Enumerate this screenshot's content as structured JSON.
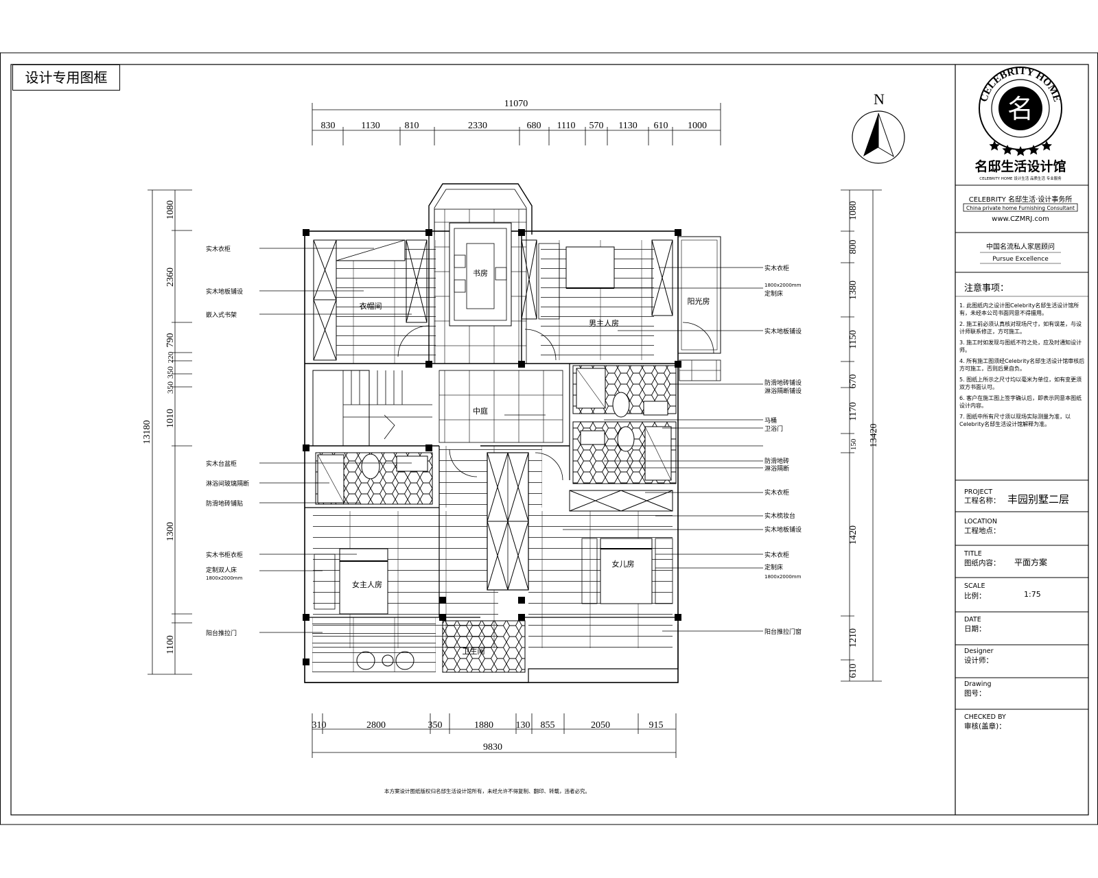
{
  "frame_label": "设计专用图框",
  "north_label": "N",
  "dims": {
    "top_total": "11070",
    "top": [
      "830",
      "1130",
      "810",
      "2330",
      "680",
      "1110",
      "570",
      "1130",
      "610",
      "1000"
    ],
    "bottom_total": "9830",
    "bottom": [
      "310",
      "2800",
      "350",
      "1880",
      "130",
      "855",
      "2050",
      "915"
    ],
    "left_total": "13180",
    "left": [
      "1080",
      "2360",
      "790",
      "220",
      "350",
      "350",
      "1010",
      "1300",
      "1100"
    ],
    "right_total": "13420",
    "right": [
      "1080",
      "800",
      "1380",
      "1150",
      "670",
      "1170",
      "150",
      "1420",
      "1210",
      "610"
    ]
  },
  "rooms": {
    "study": "书房",
    "cloakroom": "衣帽间",
    "master_bedroom": "男主人房",
    "sun_room": "阳光房",
    "hall": "中庭",
    "girl_master_room": "女主人房",
    "girl_room": "女儿房",
    "bathroom": "卫生间"
  },
  "left_labels": [
    "实木衣柜",
    "实木地板铺设",
    "嵌入式书架",
    "实木台盆柜",
    "淋浴间玻璃隔断",
    "防滑地砖铺贴",
    "实木书柜衣柜",
    "定制双人床",
    "1800x2000mm",
    "阳台推拉门"
  ],
  "right_labels": [
    "实木衣柜",
    "1800x2000mm",
    "定制床",
    "实木地板铺设",
    "防滑地砖铺设",
    "淋浴隔断铺设",
    "马桶",
    "卫浴门",
    "实木衣柜",
    "实木梳妆台",
    "实木地板铺设",
    "实木衣柜",
    "定制床",
    "1800x2000mm",
    "阳台推拉门窗",
    "防滑地砖",
    "淋浴隔断"
  ],
  "footer_note": "本方案设计图纸版权归名邸生活设计馆所有，未经允许不得复制、翻印、转载，违者必究。",
  "title_block": {
    "brand_ring": "CELEBRITY HOME",
    "brand_char": "名",
    "brand_cn": "名邸生活设计馆",
    "brand_sub": "CELEBRITY HOME 设计生活 品质生活 专业服务",
    "celebrity_line": "CELEBRITY 名邸生活·设计事务所",
    "celebrity_sub": "China private home Furnishing Consultant",
    "website": "www.CZMRJ.com",
    "slogan_cn": "中国名流私人家居顾问",
    "slogan_en": "Pursue Excellence",
    "notes_title": "注意事项：",
    "notes": [
      "1. 此图纸内之设计图Celebrity名邸生活设计馆所有，未经本公司书面同意不得擅用。",
      "2. 施工前必须认真核对现场尺寸，如有误差，与设计师联系修正，方可施工。",
      "3. 施工时如发现与图纸不符之处，应及时通知设计师。",
      "4. 所有施工图须经Celebrity名邸生活设计馆审核后方可施工，否则后果自负。",
      "5. 图纸上所示之尺寸均以毫米为单位，如有变更须双方书面认可。",
      "6. 客户在施工图上签字确认后，即表示同意本图纸设计内容。",
      "7. 图纸中所有尺寸须以现场实际测量为准，以Celebrity名邸生活设计馆解释为准。"
    ],
    "project_en": "PROJECT",
    "project_cn": "工程名称：",
    "project_value": "丰园别墅二层",
    "location_en": "LOCATION",
    "location_cn": "工程地点：",
    "title_en": "TITLE",
    "title_cn": "图纸内容：",
    "title_value": "平面方案",
    "scale_en": "SCALE",
    "scale_cn": "比例：",
    "scale_value": "1:75",
    "date_en": "DATE",
    "date_cn": "日期：",
    "designer_en": "Designer",
    "designer_cn": "设计师：",
    "drawing_en": "Drawing",
    "drawing_cn": "图号：",
    "checked_en": "CHECKED BY",
    "checked_cn": "审核(盖章)："
  }
}
